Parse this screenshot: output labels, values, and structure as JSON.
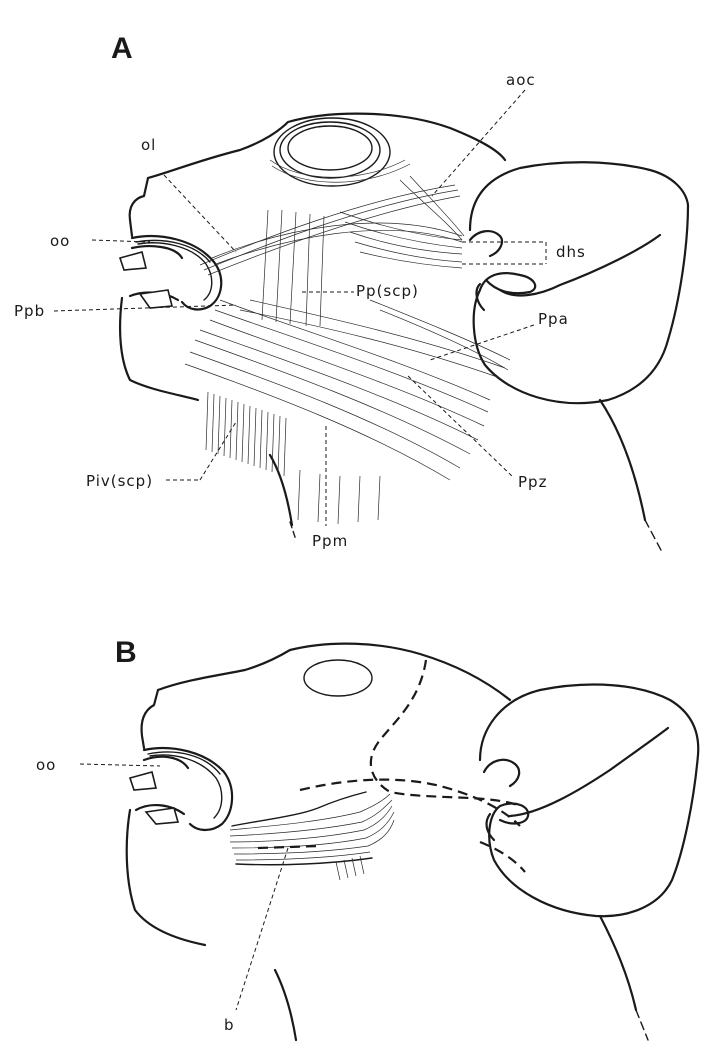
{
  "panels": [
    {
      "letter": "A",
      "labels": {
        "oo": "oo",
        "ol": "ol",
        "aoc": "aoc",
        "dhs": "dhs",
        "pp_scp": "Pp(scp)",
        "ppb": "Ppb",
        "ppa": "Ppa",
        "piv_scp": "Piv(scp)",
        "ppz": "Ppz",
        "ppm": "Ppm"
      }
    },
    {
      "letter": "B",
      "labels": {
        "oo": "oo",
        "b": "b"
      }
    }
  ]
}
